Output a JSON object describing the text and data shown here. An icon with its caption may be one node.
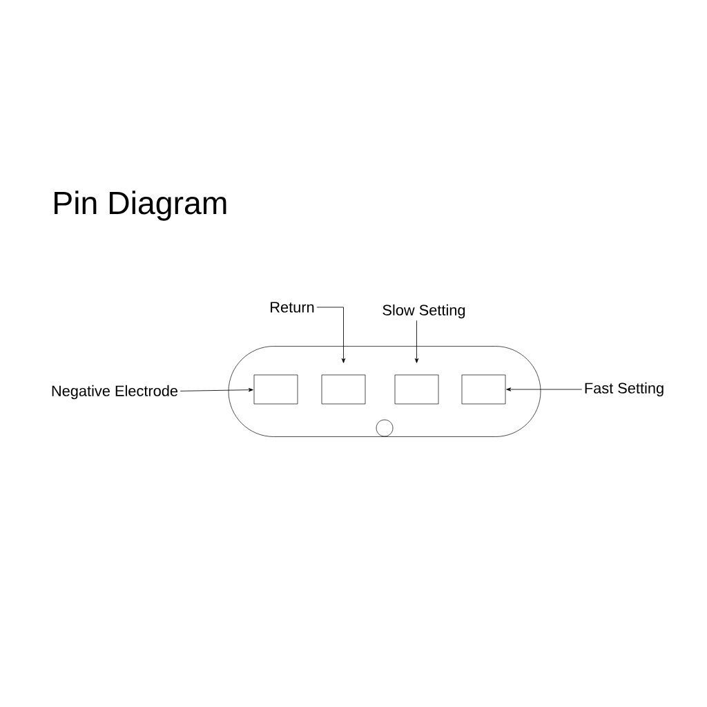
{
  "diagram": {
    "title": "Pin Diagram",
    "nodes": [
      {
        "text": [],
        "shape": "bar"
      },
      {
        "text": [],
        "shape": "box",
        "in": 0
      },
      {
        "text": [],
        "shape": "box",
        "in": 0
      },
      {
        "text": [],
        "shape": "box",
        "in": 0
      },
      {
        "text": [],
        "shape": "box",
        "in": 0
      },
      {
        "text": [],
        "shape": "circle",
        "in": 0
      },
      {
        "text": [
          "Negative Electrode"
        ]
      },
      {
        "text": [
          "Return"
        ]
      },
      {
        "text": [
          "Slow Setting"
        ]
      },
      {
        "text": [
          "Fast Setting"
        ]
      }
    ],
    "edges": [
      {
        "from": 6,
        "to": 1,
        "arrow": "to"
      },
      {
        "from": 7,
        "to": 2,
        "arrow": "to"
      },
      {
        "from": 8,
        "to": 3,
        "arrow": "to"
      },
      {
        "from": 9,
        "to": 4,
        "arrow": "to"
      }
    ]
  }
}
